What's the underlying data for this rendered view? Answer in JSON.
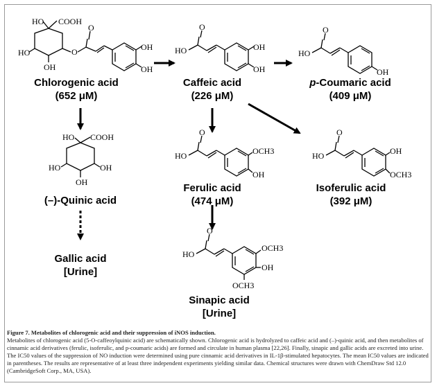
{
  "compounds": {
    "chlorogenic": {
      "name": "Chlorogenic acid",
      "ic50": "(652 μM)"
    },
    "caffeic": {
      "name": "Caffeic acid",
      "ic50": "(226 μM)"
    },
    "coumaric": {
      "name": "p-Coumaric acid",
      "name_italic_prefix": "p",
      "name_rest": "-Coumaric acid",
      "ic50": "(409 μM)"
    },
    "quinic": {
      "name": "(–)-Quinic acid"
    },
    "ferulic": {
      "name": "Ferulic acid",
      "ic50": "(474 μM)"
    },
    "isoferulic": {
      "name": "Isoferulic acid",
      "ic50": "(392 μM)"
    },
    "gallic": {
      "name": "Gallic acid",
      "location": "[Urine]"
    },
    "sinapic": {
      "name": "Sinapic acid",
      "location": "[Urine]"
    }
  },
  "atoms": {
    "ho": "HO",
    "oh": "OH",
    "cooh": "COOH",
    "ocoh": "O",
    "och3": "OCH3",
    "o": "O"
  },
  "caption": {
    "title": "Figure 7. Metabolites of chlorogenic acid and their suppression of iNOS induction.",
    "body": "Metabolites of chlorogenic acid (5-O-caffeoylquinic acid) are schematically shown. Chlorogenic acid is hydrolyzed to caffeic acid and (–)-quinic acid, and then metabolites of cinnamic acid derivatives (ferulic, isoferulic, and p-coumaric acids) are formed and circulate in human plasma [22,26]. Finally, sinapic and gallic acids are excreted into urine. The IC50 values of the suppression of NO induction were determined using pure cinnamic acid derivatives in IL-1β-stimulated hepatocytes. The mean IC50 values are indicated in parentheses. The results are representative of at least three independent experiments yielding similar data. Chemical structures were drawn with ChemDraw Std 12.0 (CambridgeSoft Corp., MA, USA)."
  },
  "colors": {
    "ink": "#000000",
    "frame": "#9a9a9a",
    "caption_text": "#222222"
  }
}
